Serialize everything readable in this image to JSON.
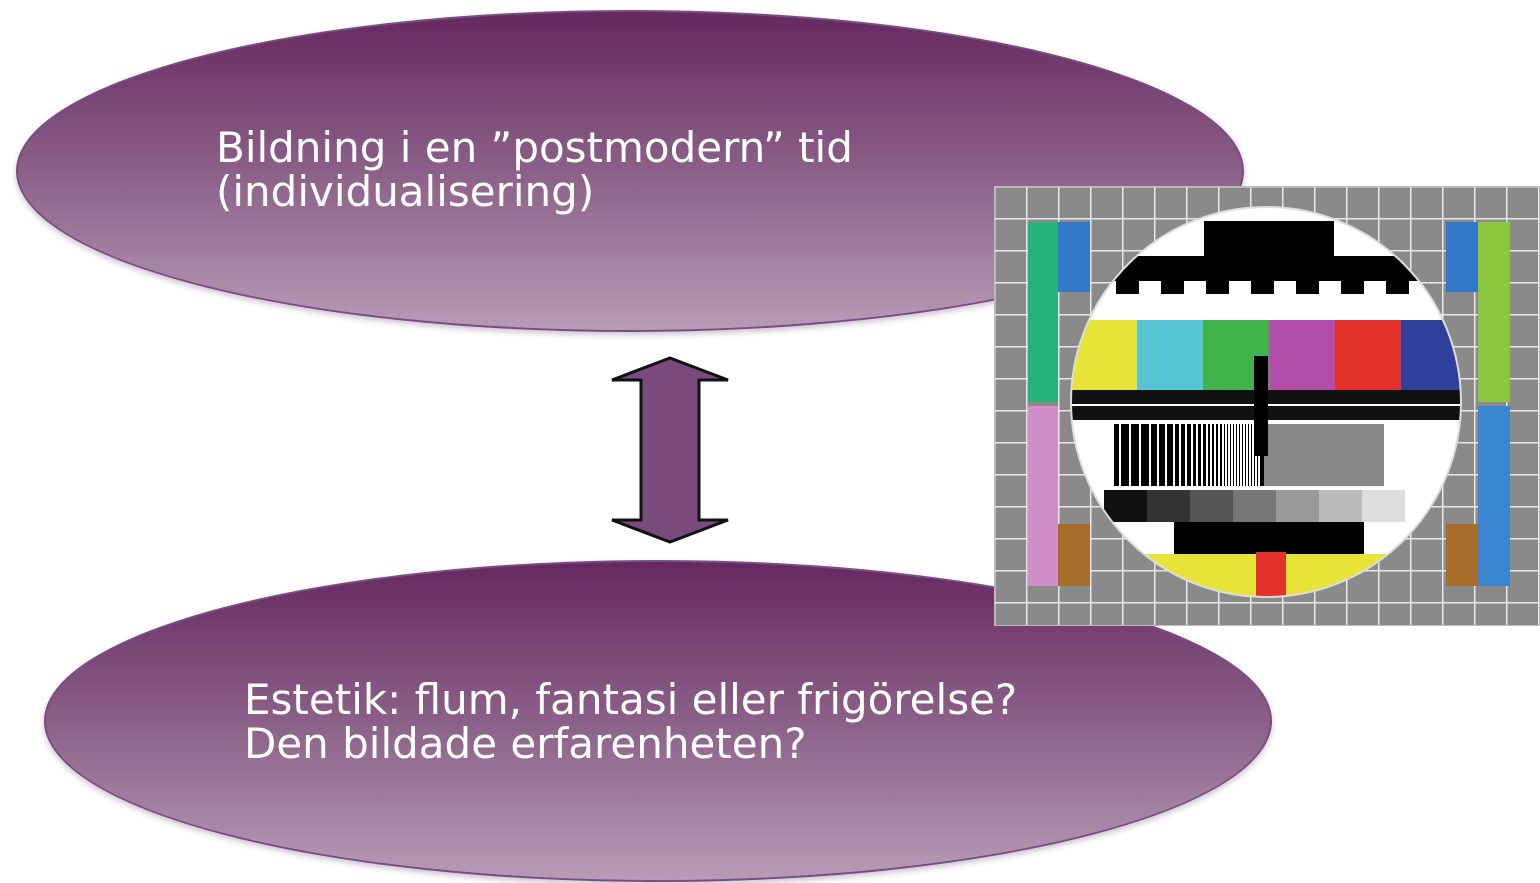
{
  "top_bubble": {
    "line1": "Bildning i en ”postmodern” tid",
    "line2": "(individualisering)"
  },
  "bottom_bubble": {
    "line1": "Estetik: flum, fantasi eller frigörelse?",
    "line2": "Den bildade erfarenheten?"
  },
  "colors": {
    "bubble_dark": "#66285f",
    "bubble_light": "#b79cb6",
    "arrow_fill": "#7b4a7d",
    "text": "#ffffff"
  },
  "connector": {
    "type": "double-headed vertical arrow"
  },
  "image": {
    "icon": "tv-test-card-icon"
  }
}
